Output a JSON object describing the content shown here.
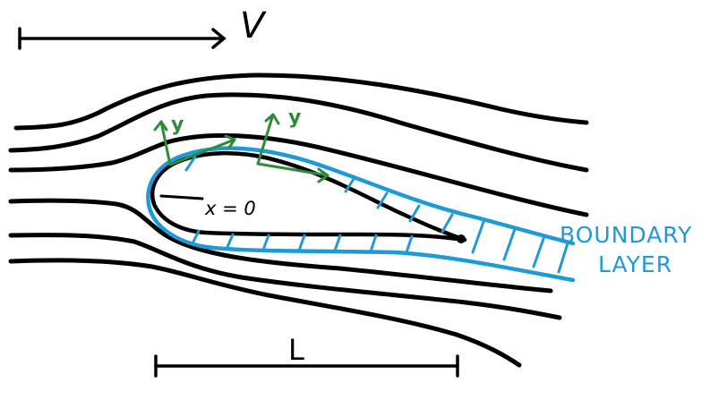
{
  "labels": {
    "velocity": "V",
    "x_origin": "x = 0",
    "y_axis_left": "y",
    "y_axis_right": "y",
    "length": "L",
    "boundary_layer_line1": "BOUNDARY",
    "boundary_layer_line2": "LAYER"
  },
  "colors": {
    "ink": "#000000",
    "boundary_layer": "#1e9ad6",
    "axes": "#2e8b3a",
    "background": "#ffffff"
  }
}
